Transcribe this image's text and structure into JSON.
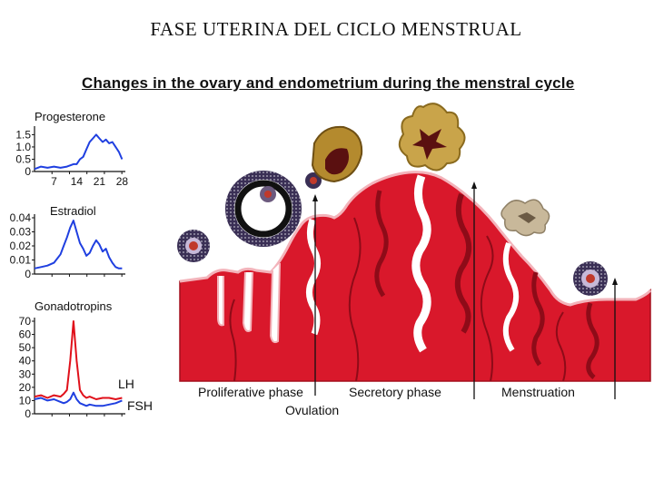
{
  "slide_title": "FASE UTERINA DEL CICLO MENSTRUAL",
  "figure_title": "Changes in the ovary and endometrium during the menstral cycle",
  "colors": {
    "endometrium": "#d9182b",
    "endometrium_dark": "#a30f1c",
    "gland_highlight": "#f3b3ba",
    "progesterone_line": "#1f3fe0",
    "estradiol_line": "#1f3fe0",
    "lh_line": "#e0101a",
    "fsh_line": "#1f3fe0",
    "follicle": "#3a2f55",
    "corpus_luteum": "#b48a2e",
    "corpus_albicans": "#c8b89a"
  },
  "icons": [
    "follicle-icon",
    "graafian-follicle-icon",
    "ovum-icon",
    "corpus-luteum-icon",
    "corpus-luteum-mature-icon",
    "corpus-albicans-icon"
  ],
  "chart_data": [
    {
      "type": "line",
      "title": "Progesterone",
      "x_ticks": [
        "7",
        "14",
        "21",
        "28"
      ],
      "y_ticks": [
        "1.5",
        "1.0",
        "0.5",
        "0"
      ],
      "ylim": [
        0,
        1.7
      ],
      "xlim": [
        1,
        29
      ],
      "series": [
        {
          "name": "",
          "x": [
            1,
            3,
            5,
            7,
            9,
            11,
            13,
            14,
            15,
            16,
            17,
            18,
            19,
            20,
            21,
            22,
            23,
            24,
            25,
            26,
            27,
            28
          ],
          "values": [
            0.1,
            0.2,
            0.15,
            0.2,
            0.15,
            0.2,
            0.3,
            0.3,
            0.5,
            0.6,
            0.9,
            1.2,
            1.35,
            1.5,
            1.35,
            1.2,
            1.3,
            1.15,
            1.2,
            1.0,
            0.8,
            0.5
          ]
        }
      ]
    },
    {
      "type": "line",
      "title": "Estradiol",
      "y_ticks": [
        "0.04",
        "0.03",
        "0.02",
        "0.01",
        "0"
      ],
      "ylim": [
        0,
        0.04
      ],
      "xlim": [
        1,
        29
      ],
      "series": [
        {
          "name": "",
          "x": [
            1,
            3,
            5,
            7,
            9,
            10,
            11,
            12,
            13,
            14,
            15,
            16,
            17,
            18,
            19,
            20,
            21,
            22,
            23,
            24,
            25,
            26,
            27,
            28
          ],
          "values": [
            0.004,
            0.005,
            0.006,
            0.008,
            0.014,
            0.02,
            0.026,
            0.033,
            0.038,
            0.03,
            0.022,
            0.018,
            0.013,
            0.015,
            0.02,
            0.024,
            0.021,
            0.016,
            0.018,
            0.012,
            0.008,
            0.005,
            0.004,
            0.004
          ]
        }
      ]
    },
    {
      "type": "line",
      "title": "Gonadotropins",
      "y_ticks": [
        "70",
        "60",
        "50",
        "40",
        "30",
        "20",
        "10",
        "0"
      ],
      "ylim": [
        0,
        70
      ],
      "xlim": [
        1,
        29
      ],
      "series": [
        {
          "name": "LH",
          "x": [
            1,
            3,
            5,
            7,
            9,
            10,
            11,
            12,
            13,
            14,
            15,
            16,
            17,
            18,
            20,
            22,
            24,
            26,
            28
          ],
          "values": [
            13,
            14,
            12,
            14,
            13,
            15,
            18,
            40,
            70,
            40,
            18,
            14,
            12,
            13,
            11,
            12,
            12,
            11,
            12
          ]
        },
        {
          "name": "FSH",
          "x": [
            1,
            3,
            5,
            7,
            9,
            10,
            11,
            12,
            13,
            14,
            15,
            16,
            17,
            18,
            20,
            22,
            24,
            26,
            28
          ],
          "values": [
            11,
            12,
            10,
            11,
            9,
            8,
            9,
            11,
            16,
            11,
            8,
            7,
            6,
            7,
            6,
            6,
            7,
            8,
            10
          ]
        }
      ]
    }
  ],
  "phases": {
    "proliferative": "Proliferative phase",
    "ovulation": "Ovulation",
    "secretory": "Secretory phase",
    "menstruation": "Menstruation"
  }
}
